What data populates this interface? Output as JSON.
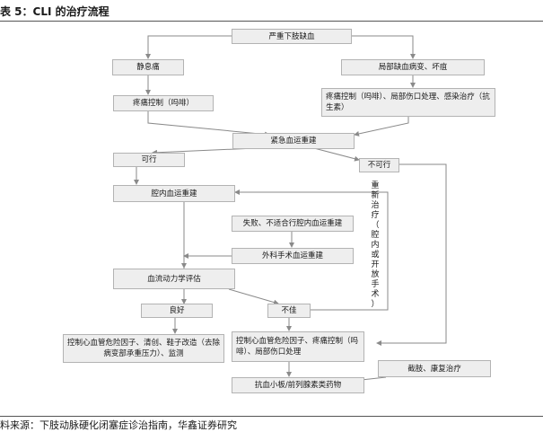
{
  "title": "表 5：CLI 的治疗流程",
  "source": "料来源：下肢动脉硬化闭塞症诊治指南，华鑫证券研究",
  "nodes": {
    "severe_ischemia": "严重下肢缺血",
    "rest_pain": "静息痛",
    "local_ischemia": "局部缺血病变、坏疽",
    "pain_control": "疼痛控制（吗啡）",
    "pain_wound_infection": "疼痛控制（吗啡）、局部伤口处理、感染治疗（抗生素）",
    "emergency_revasc": "紧急血运重建",
    "feasible": "可行",
    "not_feasible": "不可行",
    "endo_revasc": "腔内血运重建",
    "failed_unsuitable": "失败、不适合行腔内血运重建",
    "surgical_revasc": "外科手术血运重建",
    "hemodynamic": "血流动力学评估",
    "good": "良好",
    "poor": "不佳",
    "control_good": "控制心血管危险因子、清创、鞋子改造（去除病变部承重压力）、监测",
    "control_poor": "控制心血管危险因子、疼痛控制（吗啡）、局部伤口处理",
    "amputation": "截肢、康复治疗",
    "antiplatelet": "抗血小板/前列腺素类药物"
  },
  "retreat_label": [
    "重",
    "新",
    "治",
    "疗",
    "（",
    "腔",
    "内",
    "或",
    "开",
    "放",
    "手",
    "术",
    "）"
  ]
}
